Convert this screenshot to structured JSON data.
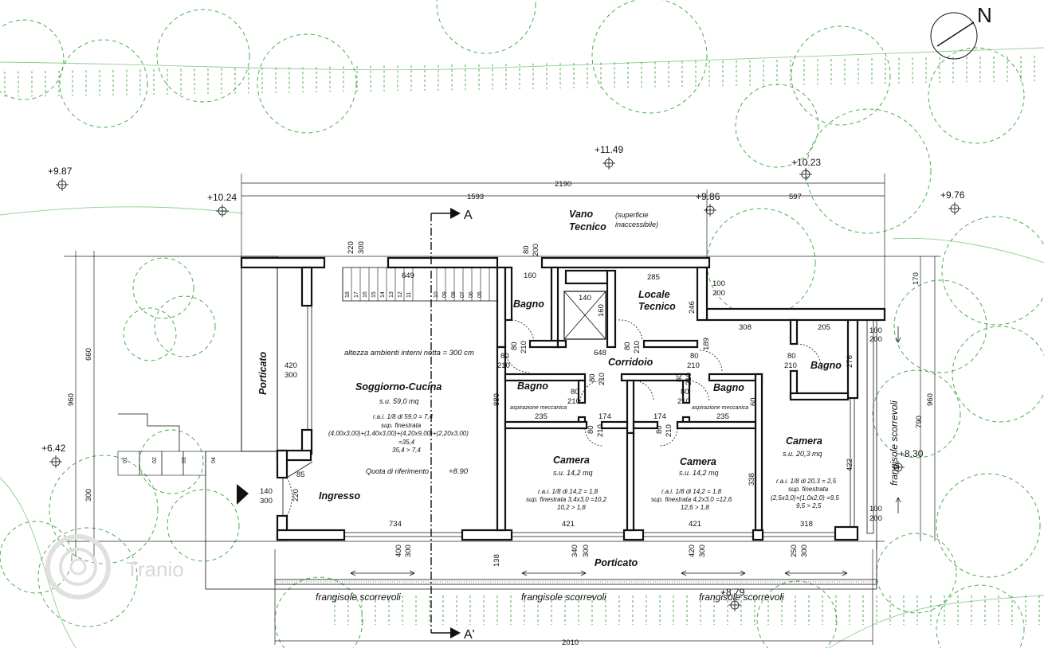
{
  "north": {
    "label": "N"
  },
  "section": {
    "top": "A",
    "bottom": "A'"
  },
  "watermark": {
    "text": "Tranio"
  },
  "levels": [
    {
      "id": "lvl-1149",
      "text": "+11.49"
    },
    {
      "id": "lvl-1023",
      "text": "+10.23"
    },
    {
      "id": "lvl-987",
      "text": "+9.87"
    },
    {
      "id": "lvl-1024",
      "text": "+10.24"
    },
    {
      "id": "lvl-986",
      "text": "+9.86"
    },
    {
      "id": "lvl-976",
      "text": "+9.76"
    },
    {
      "id": "lvl-642",
      "text": "+6.42"
    },
    {
      "id": "lvl-830",
      "text": "+8.30"
    },
    {
      "id": "lvl-879",
      "text": "+8.79"
    }
  ],
  "dims": {
    "total_top": "2190",
    "left_top": "1593",
    "right_top": "597",
    "d_649": "649",
    "d_160": "160",
    "d_285": "285",
    "d_140": "140",
    "d_160v": "160",
    "d_246": "246",
    "d_648": "648",
    "d_308": "308",
    "d_205": "205",
    "d_276": "276",
    "d_422": "422",
    "d_880": "880",
    "d_235a": "235",
    "d_174a": "174",
    "d_174b": "174",
    "d_235b": "235",
    "d_60": "60",
    "d_338": "338",
    "d_734": "734",
    "d_421a": "421",
    "d_421b": "421",
    "d_318": "318",
    "d_85": "85",
    "d_220": "220",
    "d_138": "138",
    "d_660": "660",
    "d_960l": "960",
    "d_300l": "300",
    "d_170": "170",
    "d_790": "790",
    "d_960r": "960",
    "d_2010": "2010",
    "d_220_300": "220",
    "d_300a": "300",
    "d_80a": "80",
    "d_200a": "200",
    "d_100a": "100",
    "d_200b": "200",
    "d_100b": "100",
    "d_200c": "200",
    "d_100c": "100",
    "d_200d": "200",
    "d_420": "420",
    "d_300b": "300",
    "d_140b": "140",
    "d_300c": "300",
    "d_400": "400",
    "d_300d": "300",
    "d_340": "340",
    "d_300e": "300",
    "d_420b": "420",
    "d_300f": "300",
    "d_250": "250",
    "d_300g": "300",
    "door_80": "80",
    "door_210": "210",
    "d_189": "189"
  },
  "stairs": {
    "upper": [
      "18",
      "17",
      "16",
      "15",
      "14",
      "13",
      "12",
      "11",
      "10",
      "09",
      "08",
      "07",
      "06",
      "05"
    ],
    "lower": [
      "01",
      "02",
      "03",
      "04"
    ]
  },
  "rooms": {
    "vano": {
      "name": "Vano",
      "name2": "Tecnico",
      "note1": "(superficie",
      "note2": "inaccessibile)"
    },
    "locale": {
      "name": "Locale",
      "name2": "Tecnico"
    },
    "bagno1": {
      "name": "Bagno"
    },
    "bagno2": {
      "name": "Bagno"
    },
    "bagno3": {
      "name": "Bagno"
    },
    "bagno4": {
      "name": "Bagno"
    },
    "corridoio": {
      "name": "Corridoio"
    },
    "soggiorno": {
      "name": "Soggiorno-Cucina",
      "su": "s.u. 59,0 mq",
      "l1": "r.a.i. 1/8 di 59,0 = 7,4",
      "l2": "sup. finestrata",
      "l3": "(4,00x3,00)+(1,40x3,00)+(4,20x9,00)+(2,20x3,00)",
      "l4": "=35,4",
      "l5": "35,4 > 7,4"
    },
    "altezza": "altezza ambienti interni netta = 300 cm",
    "quota": "Quota di riferimento",
    "quota_val": "+8.90",
    "ingresso": {
      "name": "Ingresso"
    },
    "porticato_l": {
      "name": "Porticato"
    },
    "porticato_b": {
      "name": "Porticato"
    },
    "camera1": {
      "name": "Camera",
      "su": "s.u.  14,2 mq",
      "l1": "r.a.i. 1/8 di 14,2 = 1,8",
      "l2": "sup. finestrata 3,4x3,0 =10,2",
      "l3": "10,2 > 1,8"
    },
    "camera2": {
      "name": "Camera",
      "su": "s.u.  14,2 mq",
      "l1": "r.a.i. 1/8 di 14,2 = 1,8",
      "l2": "sup. finestrata 4,2x3,0 =12,6",
      "l3": "12,6 > 1,8"
    },
    "camera3": {
      "name": "Camera",
      "su": "s.u. 20,3 mq",
      "l1": "r.a.i. 1/8 di 20,3 = 2,5",
      "l2": "sup. finestrata",
      "l3": "(2,5x3,0)+(1,0x2,0) =9,5",
      "l4": "9,5 > 2,5"
    },
    "aspirazione1": "aspirazione meccanica",
    "aspirazione2": "aspirazione meccanica"
  },
  "frangisole": {
    "b1": "frangisole scorrevoli",
    "b2": "frangisole scorrevoli",
    "b3": "frangisole scorrevoli",
    "right": "frangisole scorrevoli"
  }
}
